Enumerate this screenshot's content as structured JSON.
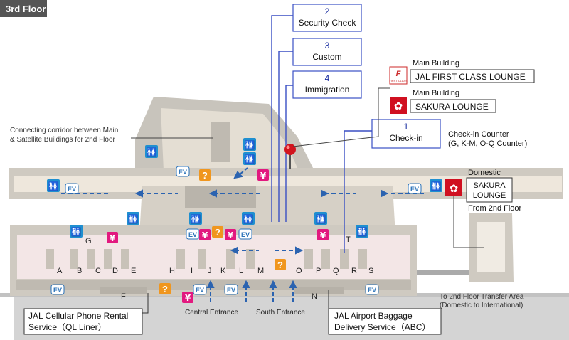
{
  "floor_label": "3rd Floor",
  "steps": [
    {
      "number": "2",
      "label": "Security Check"
    },
    {
      "number": "3",
      "label": "Custom"
    },
    {
      "number": "4",
      "label": "Immigration"
    },
    {
      "number": "1",
      "label": "Check-in"
    }
  ],
  "lounges": {
    "first_class_building": "Main Building",
    "first_class_name": "JAL FIRST CLASS LOUNGE",
    "first_class_logo_text": "FIRST CLASS",
    "sakura_building": "Main Building",
    "sakura_name": "SAKURA LOUNGE",
    "domestic_heading": "Domestic",
    "domestic_name_line1": "SAKURA",
    "domestic_name_line2": "LOUNGE",
    "domestic_from": "From 2nd Floor"
  },
  "checkin_counter": {
    "title": "Check-in Counter",
    "detail": "(G, K-M, O-Q Counter)"
  },
  "corridor_note": {
    "line1": "Connecting corridor between Main",
    "line2": "& Satellite Buildings for 2nd Floor"
  },
  "counters": [
    "A",
    "B",
    "C",
    "D",
    "E",
    "F",
    "G",
    "H",
    "I",
    "J",
    "K",
    "L",
    "M",
    "N",
    "O",
    "P",
    "Q",
    "R",
    "S",
    "T"
  ],
  "entrances": {
    "central": "Central Entrance",
    "south": "South Entrance"
  },
  "services": {
    "phone_rental_line1": "JAL Cellular Phone Rental",
    "phone_rental_line2": "Service（QL Liner）",
    "baggage_line1": "JAL Airport Baggage",
    "baggage_line2": "Delivery Service（ABC）"
  },
  "transfer": {
    "line1": "To 2nd Floor Transfer Area",
    "line2": "(Domestic to International)"
  },
  "icons": {
    "elevator_text": "EV",
    "info_text": "?",
    "currency_text": "¥",
    "restroom": "restroom-icon",
    "info": "information-icon",
    "currency": "currency-exchange-icon",
    "elevator": "elevator-icon",
    "pin": "location-pin-icon"
  },
  "colors": {
    "floor_label_bg": "#555555",
    "terminal_fill": "#ddd8cf",
    "walk_area": "#f3e6e6",
    "restroom_blue": "#1f8fd0",
    "elevator_blue": "#2a72b8",
    "info_orange": "#f0961e",
    "currency_magenta": "#e2197f",
    "lounge_red": "#d01020",
    "route_blue": "#3a4fc4",
    "arrow_blue": "#2b63b0"
  }
}
